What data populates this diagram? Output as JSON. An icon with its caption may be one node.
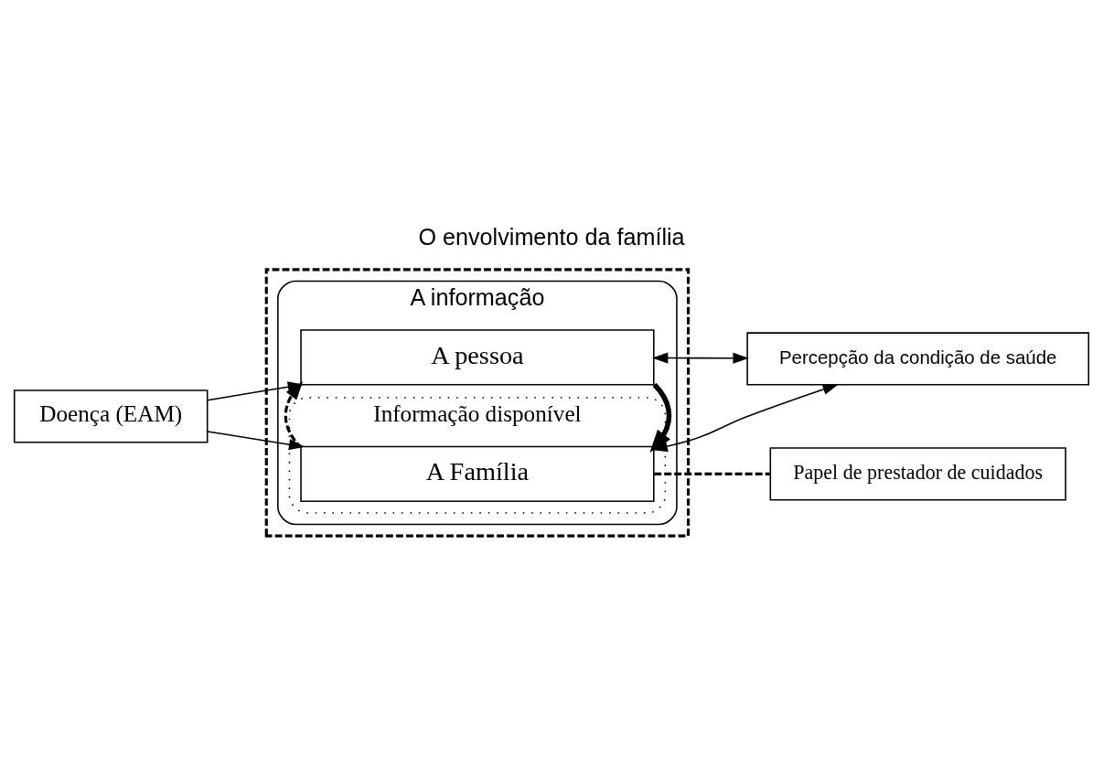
{
  "diagram": {
    "title": "O envolvimento da família",
    "nodes": [
      {
        "text": [
          "Doença (EAM)"
        ]
      },
      {
        "text": [],
        "shape": "box"
      },
      {
        "text": [
          "A informação"
        ],
        "in": 1
      },
      {
        "text": [
          "A pessoa"
        ],
        "in": 2
      },
      {
        "text": [
          "Informação disponível"
        ],
        "in": 2
      },
      {
        "text": [
          "A Família"
        ],
        "in": 4
      },
      {
        "text": [
          "Percepção da condição de saúde"
        ]
      },
      {
        "text": [
          "Papel de prestador de cuidados"
        ]
      }
    ],
    "edges": [
      {
        "from": 0,
        "to": 3,
        "arrow": "to"
      },
      {
        "from": 0,
        "to": 5,
        "arrow": "to"
      },
      {
        "from": 3,
        "to": 6,
        "arrow": "both"
      },
      {
        "from": 5,
        "to": 6,
        "arrow": "both"
      },
      {
        "from": 3,
        "to": 5,
        "arrow": "to",
        "style": "thick"
      },
      {
        "from": 5,
        "to": 3,
        "arrow": "to",
        "style": "dashed"
      },
      {
        "from": 5,
        "to": 7,
        "arrow": "none",
        "style": "dashed"
      }
    ]
  }
}
